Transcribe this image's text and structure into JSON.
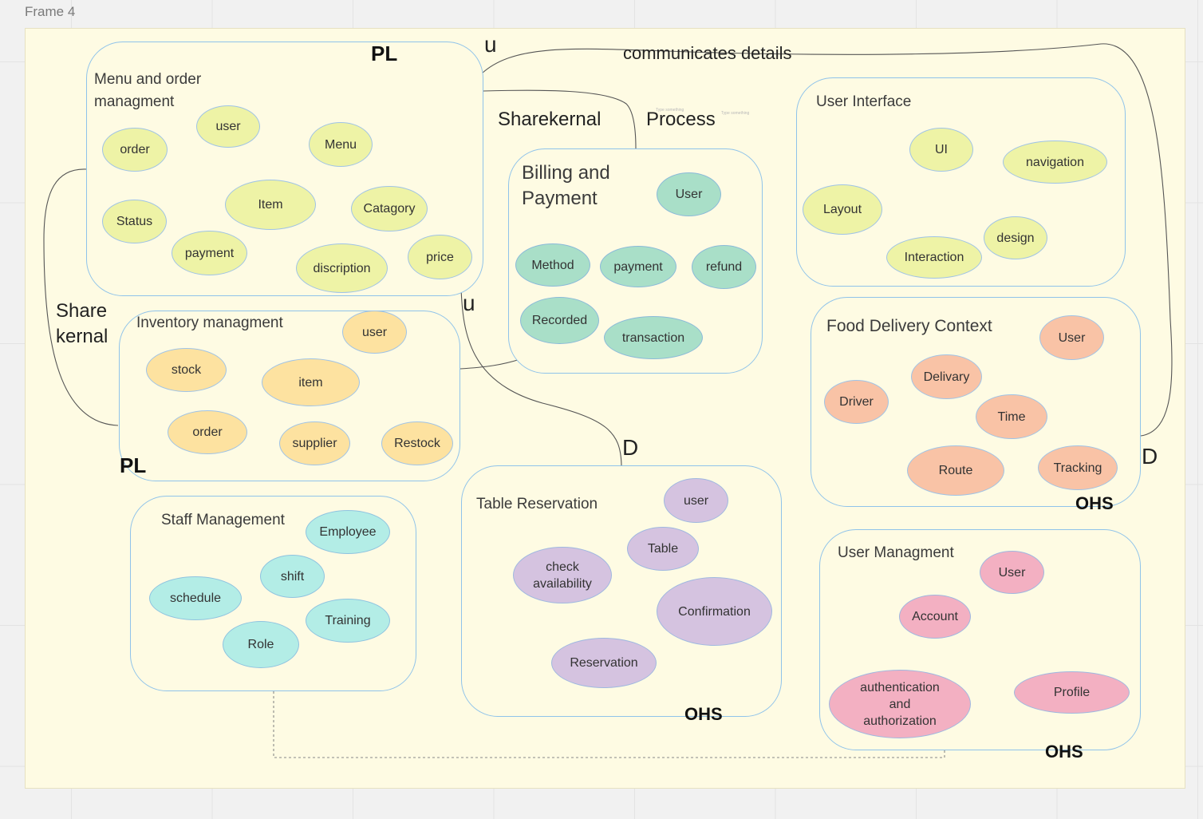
{
  "frame": {
    "title": "Frame 4"
  },
  "contexts": {
    "menu": {
      "title": "Menu and order managment",
      "nodes": {
        "order": "order",
        "user": "user",
        "menu": "Menu",
        "status": "Status",
        "item": "Item",
        "catagory": "Catagory",
        "payment": "payment",
        "discription": "discription",
        "price": "price"
      }
    },
    "billing": {
      "title": "Billing and Payment",
      "nodes": {
        "user": "User",
        "method": "Method",
        "payment": "payment",
        "refund": "refund",
        "recorded": "Recorded",
        "transaction": "transaction"
      }
    },
    "ui": {
      "title": "User Interface",
      "nodes": {
        "ui": "UI",
        "navigation": "navigation",
        "layout": "Layout",
        "design": "design",
        "interaction": "Interaction"
      }
    },
    "inventory": {
      "title": "Inventory managment",
      "nodes": {
        "user": "user",
        "stock": "stock",
        "item": "item",
        "order": "order",
        "supplier": "supplier",
        "restock": "Restock"
      }
    },
    "food": {
      "title": "Food Delivery Context",
      "nodes": {
        "user": "User",
        "delivary": "Delivary",
        "driver": "Driver",
        "time": "Time",
        "route": "Route",
        "tracking": "Tracking"
      }
    },
    "staff": {
      "title": "Staff Management",
      "nodes": {
        "employee": "Employee",
        "shift": "shift",
        "schedule": "schedule",
        "training": "Training",
        "role": "Role"
      }
    },
    "table": {
      "title": "Table Reservation",
      "nodes": {
        "user": "user",
        "table": "Table",
        "check": "check availability",
        "confirmation": "Confirmation",
        "reservation": "Reservation"
      }
    },
    "usermgmt": {
      "title": "User Managment",
      "nodes": {
        "user": "User",
        "account": "Account",
        "auth": "authentication and authorization",
        "profile": "Profile"
      }
    }
  },
  "relations": {
    "pl_top": "PL",
    "pl_bottom": "PL",
    "u_top": "u",
    "u_mid": "u",
    "communicates": "communicates details",
    "sharekernal": "Sharekernal",
    "process": "Process",
    "share_kernal": "Share kernal",
    "d_mid": "D",
    "d_right": "D",
    "ohs_food": "OHS",
    "ohs_table": "OHS",
    "ohs_user": "OHS"
  },
  "placeholders": {
    "a": "Type something",
    "b": "Type something"
  }
}
